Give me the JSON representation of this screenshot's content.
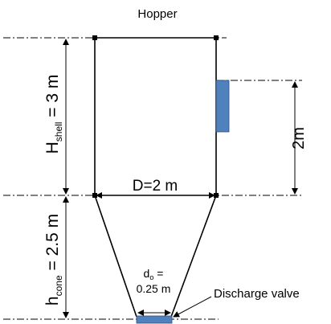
{
  "title": "Hopper",
  "labels": {
    "shell_height_main": "H",
    "shell_height_sub": "shell",
    "shell_height_value": " = 3 m",
    "diameter": "D=2 m",
    "cone_height_main": "h",
    "cone_height_sub": "cone",
    "cone_height_value": " = 2.5 m",
    "outlet_main": "d",
    "outlet_sub": "o",
    "outlet_eq": " =",
    "outlet_value": "0.25 m",
    "valve": "Discharge valve",
    "sensor_height": "2m"
  },
  "colors": {
    "sensor": "#4f81bd",
    "valve": "#4f81bd",
    "line": "#000000"
  }
}
